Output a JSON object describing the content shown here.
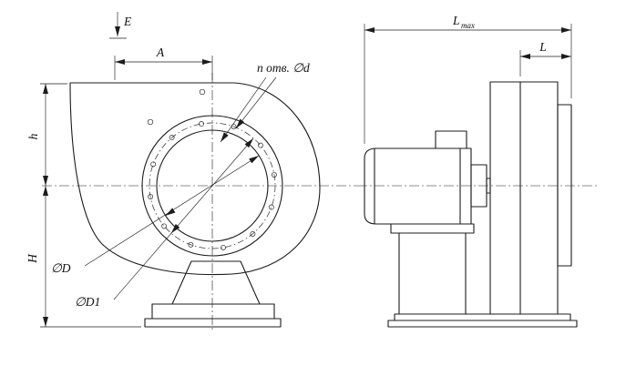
{
  "colors": {
    "line_color": "#1c1c1c",
    "background": "#ffffff"
  },
  "labels": {
    "direction_e": "E",
    "dim_a": "A",
    "holes_note": "n отв. ∅d",
    "dim_h": "h",
    "dim_height": "H",
    "dim_diameter": "∅D",
    "dim_diameter1": "∅D1",
    "dim_lmax_base": "L",
    "dim_lmax_sub": "max",
    "dim_l": "L"
  }
}
